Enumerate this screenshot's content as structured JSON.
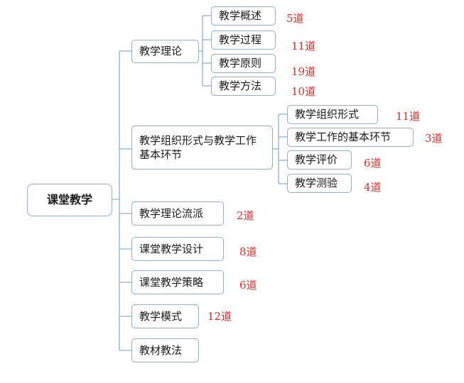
{
  "root": "课堂教学",
  "branches": {
    "theory": {
      "label": "教学理论",
      "children": [
        {
          "label": "教学概述",
          "count": "5道"
        },
        {
          "label": "教学过程",
          "count": "11道"
        },
        {
          "label": "教学原则",
          "count": "19道"
        },
        {
          "label": "教学方法",
          "count": "10道"
        }
      ]
    },
    "organization": {
      "label": "教学组织形式与教学工作基本环节",
      "children": [
        {
          "label": "教学组织形式",
          "count": "11道"
        },
        {
          "label": "教学工作的基本环节",
          "count": "3道"
        },
        {
          "label": "教学评价",
          "count": "6道"
        },
        {
          "label": "教学测验",
          "count": "4道"
        }
      ]
    },
    "schools": {
      "label": "教学理论流派",
      "count": "2道"
    },
    "design": {
      "label": "课堂教学设计",
      "count": "8道"
    },
    "strategy": {
      "label": "课堂教学策略",
      "count": "6道"
    },
    "mode": {
      "label": "教学模式",
      "count": "12道"
    },
    "textbook": {
      "label": "教材教法"
    }
  }
}
